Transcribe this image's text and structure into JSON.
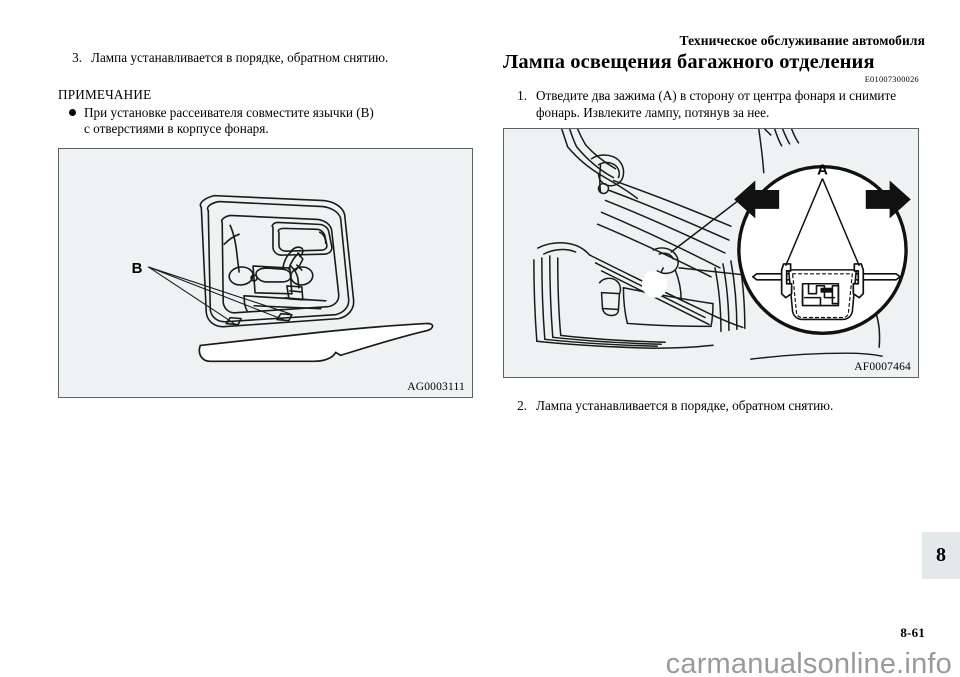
{
  "header": {
    "title": "Техническое обслуживание автомобиля"
  },
  "left_column": {
    "step": {
      "number": "3.",
      "text": "Лампа устанавливается в порядке, обратном снятию."
    },
    "note": {
      "title": "ПРИМЕЧАНИЕ",
      "bullet_line1": "При установке рассеивателя совместите язычки (B)",
      "bullet_line2": "с отверстиями в корпусе фонаря."
    },
    "figure": {
      "code": "AG0003111",
      "callout_label": "B",
      "alt": "Снятый рассеиватель плафона освещения салона с язычками B"
    }
  },
  "right_column": {
    "heading": "Лампа освещения багажного отделения",
    "ref_code": "E01007300026",
    "step1": {
      "number": "1.",
      "line1": "Отведите два зажима (A) в сторону от центра фонаря и снимите",
      "line2": "фонарь. Извлеките лампу, потянув за нее."
    },
    "figure": {
      "code": "AF0007464",
      "callout_label": "A",
      "alt": "Багажное отделение с фонарем освещения и увеличенным видом зажимов A"
    },
    "step2": {
      "number": "2.",
      "text": "Лампа устанавливается в порядке, обратном снятию."
    }
  },
  "chapter_tab": {
    "number": "8"
  },
  "page_number": "8-61",
  "watermark": "carmanualsonline.info",
  "colors": {
    "figure_background": "#eef2f3",
    "figure_border": "#5b6265",
    "chapter_tab_background": "#e3e9ea",
    "watermark_text": "#9a9a9a",
    "text": "#000000"
  }
}
